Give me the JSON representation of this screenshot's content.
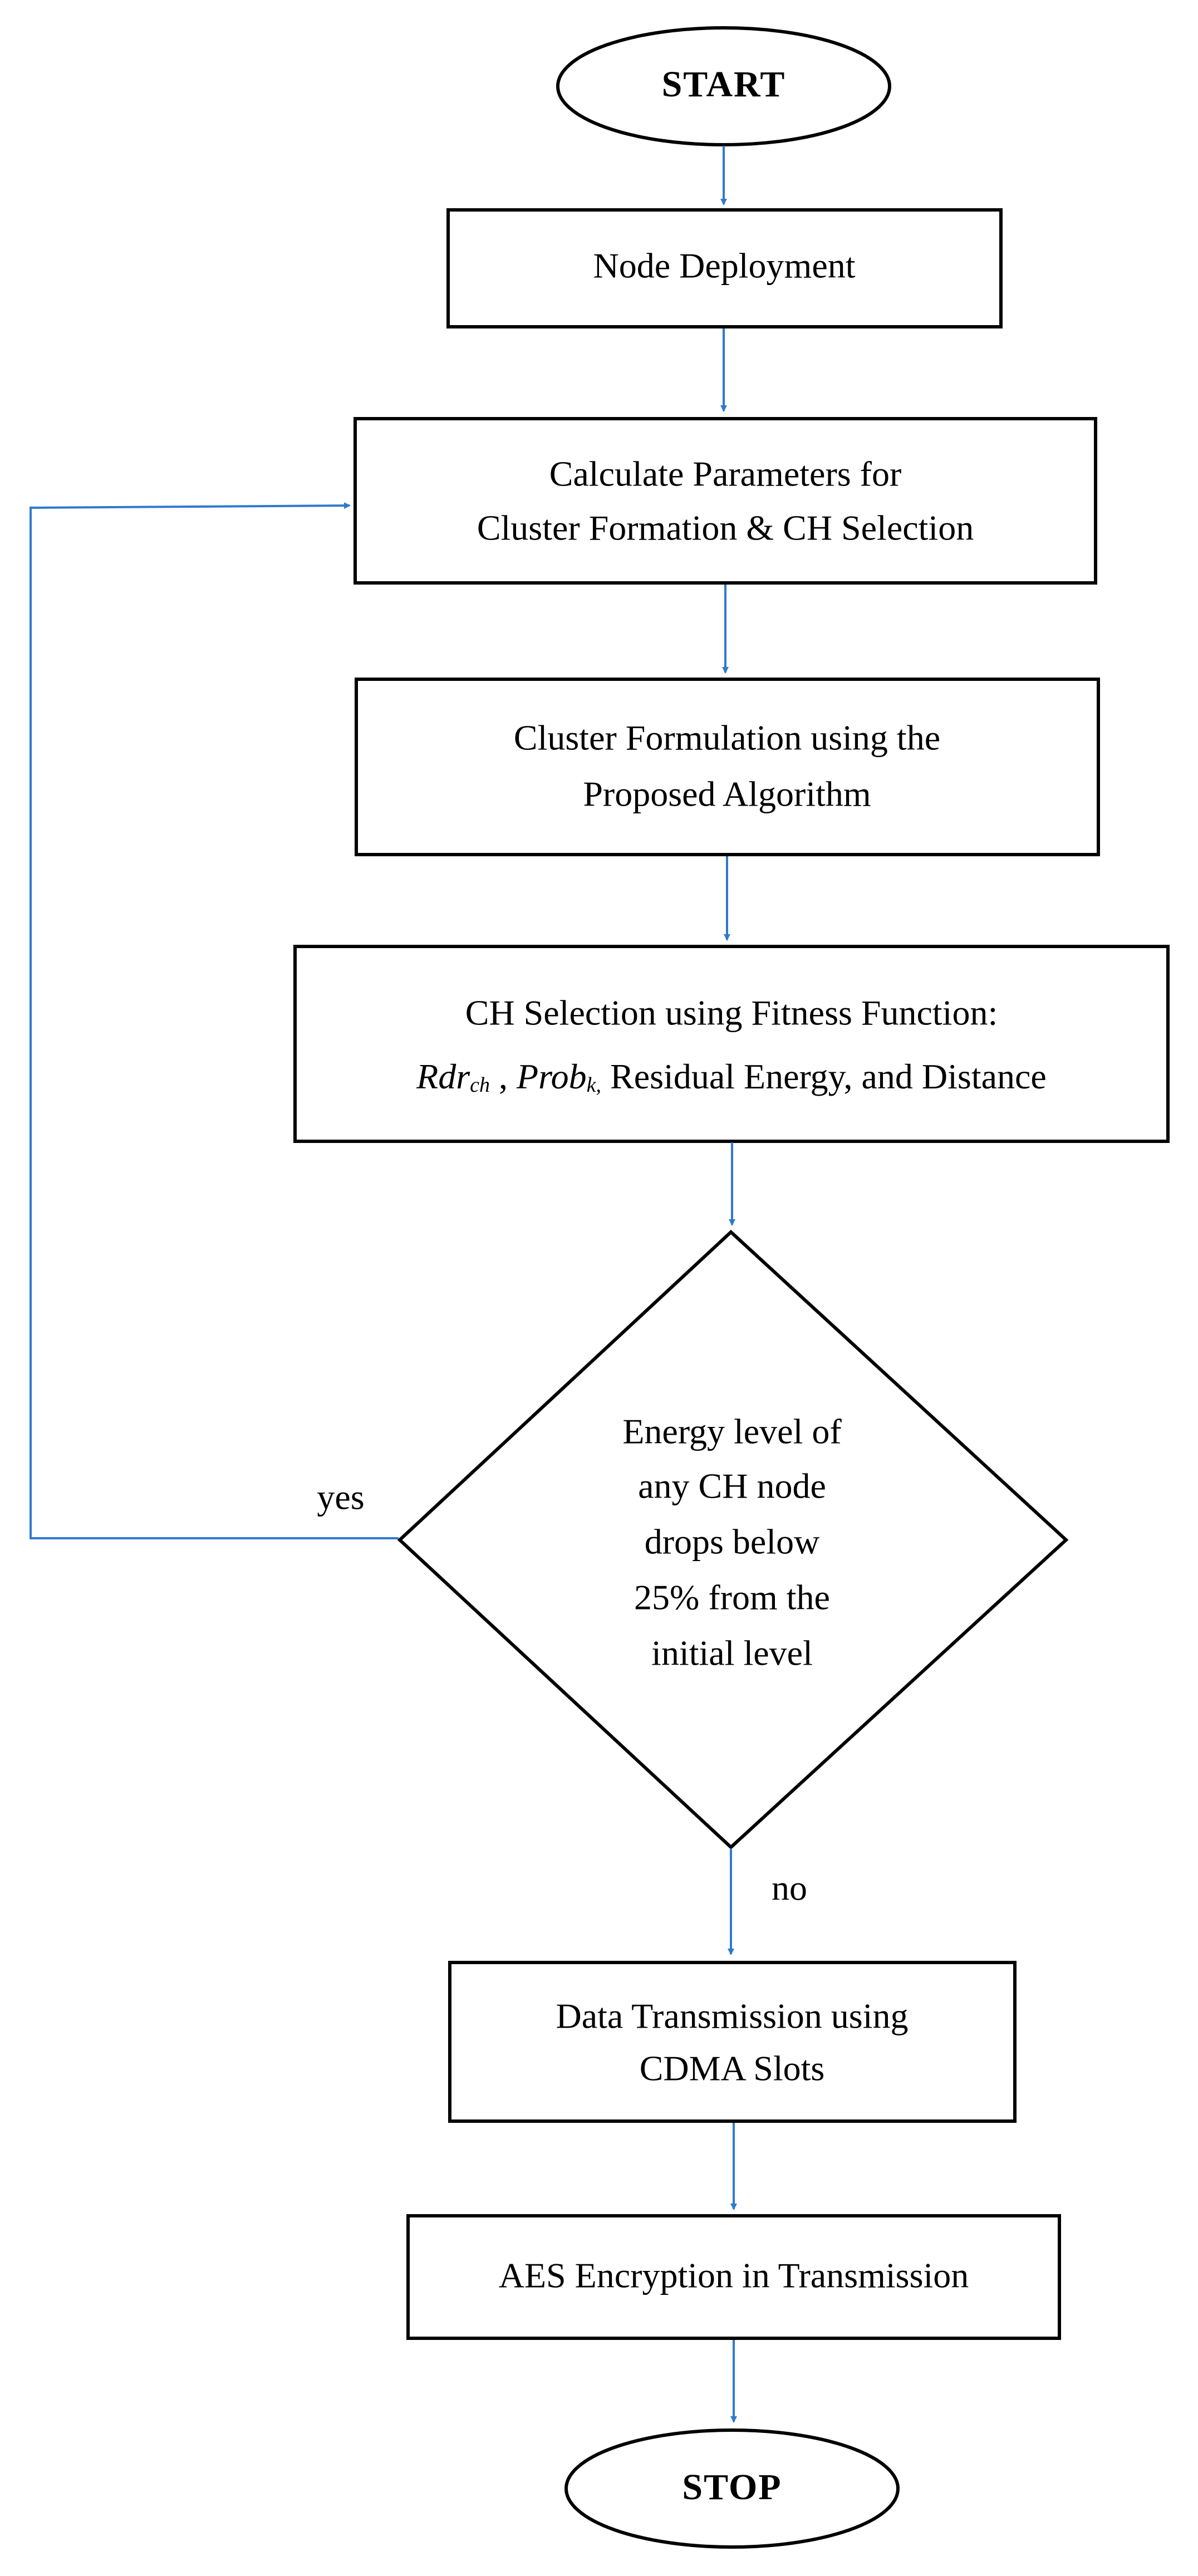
{
  "diagram": {
    "start": "START",
    "stop": "STOP",
    "steps": {
      "node_deployment": "Node Deployment",
      "calc_params": [
        "Calculate Parameters for",
        "Cluster Formation & CH Selection"
      ],
      "cluster_formulation": [
        "Cluster Formulation using the",
        "Proposed Algorithm"
      ],
      "ch_selection": {
        "line1": "CH Selection using Fitness Function:",
        "rdr": "Rdr",
        "rdr_sub": "ch",
        "sep1": " , ",
        "prob": "Prob",
        "prob_sub": "k,",
        "rest": " Residual Energy, and Distance"
      },
      "data_transmission": [
        "Data Transmission using",
        "CDMA Slots"
      ],
      "aes": "AES Encryption in Transmission"
    },
    "decision": [
      "Energy level of",
      "any CH node",
      "drops below",
      "25% from the",
      "initial level"
    ],
    "edge_labels": {
      "yes": "yes",
      "no": "no"
    }
  }
}
